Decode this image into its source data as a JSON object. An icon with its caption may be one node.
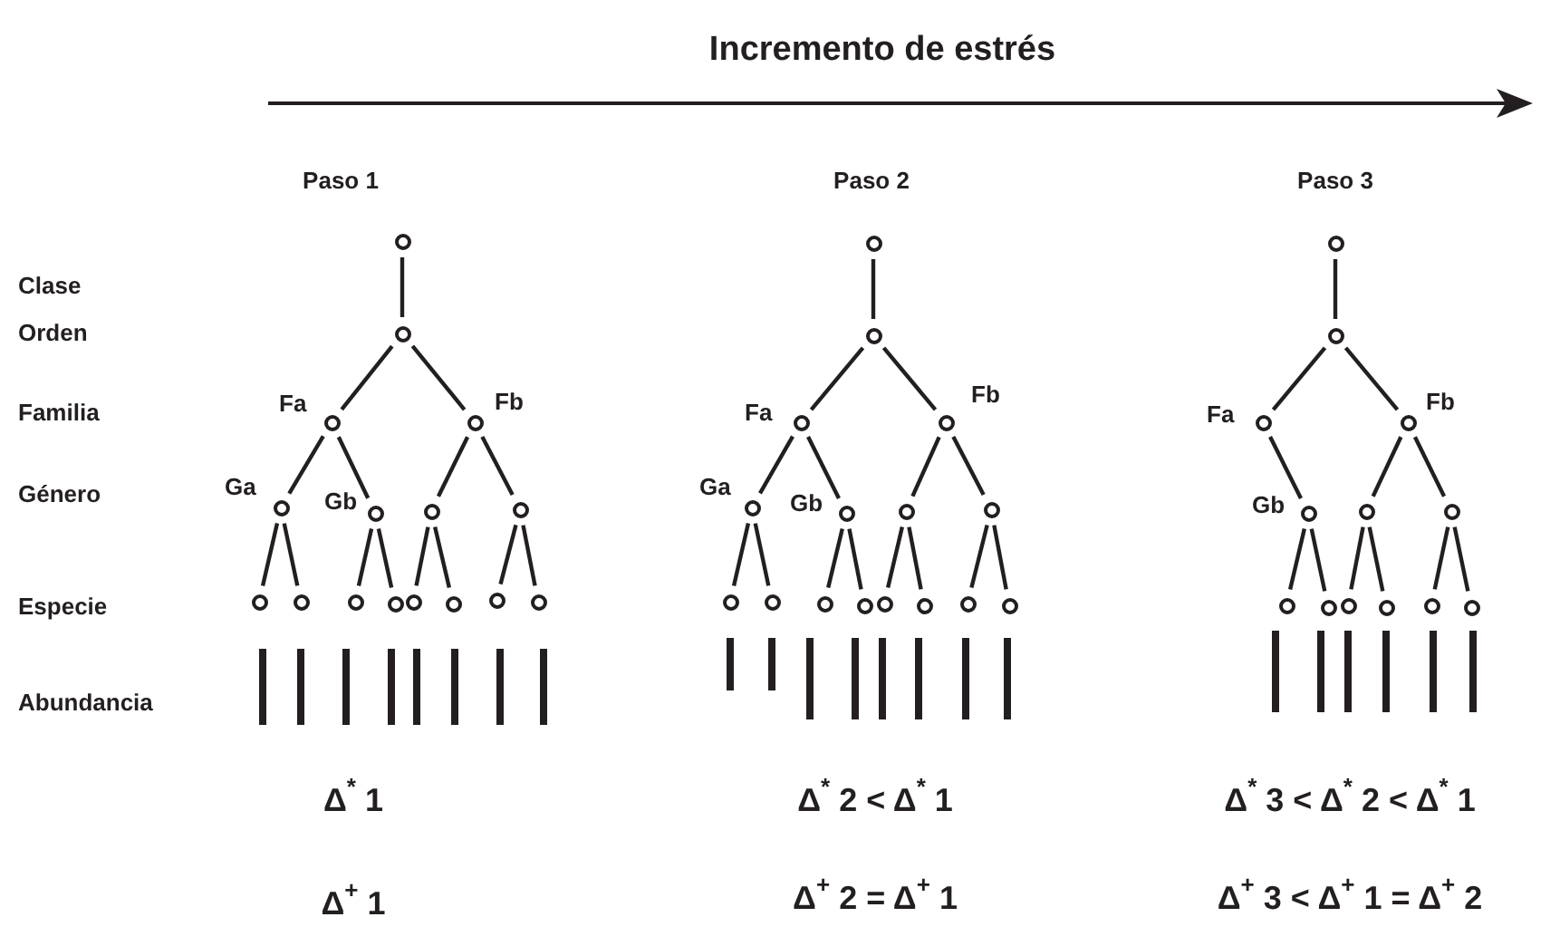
{
  "diagram": {
    "title": "Incremento de estrés",
    "nodes": [
      {
        "text": [],
        "shape": "circle"
      },
      {
        "text": [],
        "shape": "circle"
      },
      {
        "text": [],
        "shape": "circle",
        "beside": [
          "Fa"
        ]
      },
      {
        "text": [],
        "shape": "circle",
        "beside": [
          "Fb"
        ]
      },
      {
        "text": [],
        "shape": "circle",
        "beside": [
          "Ga"
        ]
      },
      {
        "text": [],
        "shape": "circle",
        "beside": [
          "Gb"
        ]
      },
      {
        "text": [],
        "shape": "circle"
      },
      {
        "text": [],
        "shape": "circle"
      },
      {
        "text": [],
        "shape": "circle"
      },
      {
        "text": [],
        "shape": "circle"
      },
      {
        "text": [],
        "shape": "circle"
      },
      {
        "text": [],
        "shape": "circle"
      },
      {
        "text": [],
        "shape": "circle"
      },
      {
        "text": [],
        "shape": "circle"
      },
      {
        "text": [],
        "shape": "circle"
      },
      {
        "text": [],
        "shape": "circle"
      },
      {
        "text": [],
        "shape": "circle"
      },
      {
        "text": [],
        "shape": "circle"
      },
      {
        "text": [],
        "shape": "circle",
        "beside": [
          "Fa"
        ]
      },
      {
        "text": [],
        "shape": "circle",
        "beside": [
          "Fb"
        ]
      },
      {
        "text": [],
        "shape": "circle",
        "beside": [
          "Ga"
        ]
      },
      {
        "text": [],
        "shape": "circle",
        "beside": [
          "Gb"
        ]
      },
      {
        "text": [],
        "shape": "circle"
      },
      {
        "text": [],
        "shape": "circle"
      },
      {
        "text": [],
        "shape": "circle"
      },
      {
        "text": [],
        "shape": "circle"
      },
      {
        "text": [],
        "shape": "circle"
      },
      {
        "text": [],
        "shape": "circle"
      },
      {
        "text": [],
        "shape": "circle"
      },
      {
        "text": [],
        "shape": "circle"
      },
      {
        "text": [],
        "shape": "circle"
      },
      {
        "text": [],
        "shape": "circle"
      },
      {
        "text": [],
        "shape": "circle"
      },
      {
        "text": [],
        "shape": "circle"
      },
      {
        "text": [],
        "shape": "circle",
        "beside": [
          "Fa"
        ]
      },
      {
        "text": [],
        "shape": "circle",
        "beside": [
          "Fb"
        ]
      },
      {
        "text": [],
        "shape": "circle",
        "beside": [
          "Gb"
        ]
      },
      {
        "text": [],
        "shape": "circle"
      },
      {
        "text": [],
        "shape": "circle"
      },
      {
        "text": [],
        "shape": "circle"
      },
      {
        "text": [],
        "shape": "circle"
      },
      {
        "text": [],
        "shape": "circle"
      },
      {
        "text": [],
        "shape": "circle"
      },
      {
        "text": [],
        "shape": "circle"
      },
      {
        "text": [],
        "shape": "circle"
      }
    ],
    "edges": [
      {
        "from": 0,
        "to": 1,
        "arrow": "none"
      },
      {
        "from": 1,
        "to": 2,
        "arrow": "none"
      },
      {
        "from": 1,
        "to": 3,
        "arrow": "none"
      },
      {
        "from": 2,
        "to": 4,
        "arrow": "none"
      },
      {
        "from": 2,
        "to": 5,
        "arrow": "none"
      },
      {
        "from": 3,
        "to": 6,
        "arrow": "none"
      },
      {
        "from": 3,
        "to": 7,
        "arrow": "none"
      },
      {
        "from": 4,
        "to": 8,
        "arrow": "none"
      },
      {
        "from": 4,
        "to": 9,
        "arrow": "none"
      },
      {
        "from": 5,
        "to": 10,
        "arrow": "none"
      },
      {
        "from": 5,
        "to": 11,
        "arrow": "none"
      },
      {
        "from": 6,
        "to": 12,
        "arrow": "none"
      },
      {
        "from": 6,
        "to": 13,
        "arrow": "none"
      },
      {
        "from": 7,
        "to": 14,
        "arrow": "none"
      },
      {
        "from": 7,
        "to": 15,
        "arrow": "none"
      },
      {
        "from": 16,
        "to": 17,
        "arrow": "none"
      },
      {
        "from": 17,
        "to": 18,
        "arrow": "none"
      },
      {
        "from": 17,
        "to": 19,
        "arrow": "none"
      },
      {
        "from": 18,
        "to": 20,
        "arrow": "none"
      },
      {
        "from": 18,
        "to": 21,
        "arrow": "none"
      },
      {
        "from": 19,
        "to": 22,
        "arrow": "none"
      },
      {
        "from": 19,
        "to": 23,
        "arrow": "none"
      },
      {
        "from": 20,
        "to": 24,
        "arrow": "none"
      },
      {
        "from": 20,
        "to": 25,
        "arrow": "none"
      },
      {
        "from": 21,
        "to": 26,
        "arrow": "none"
      },
      {
        "from": 21,
        "to": 27,
        "arrow": "none"
      },
      {
        "from": 22,
        "to": 28,
        "arrow": "none"
      },
      {
        "from": 22,
        "to": 29,
        "arrow": "none"
      },
      {
        "from": 23,
        "to": 30,
        "arrow": "none"
      },
      {
        "from": 23,
        "to": 31,
        "arrow": "none"
      },
      {
        "from": 32,
        "to": 33,
        "arrow": "none"
      },
      {
        "from": 33,
        "to": 34,
        "arrow": "none"
      },
      {
        "from": 33,
        "to": 35,
        "arrow": "none"
      },
      {
        "from": 34,
        "to": 36,
        "arrow": "none"
      },
      {
        "from": 35,
        "to": 37,
        "arrow": "none"
      },
      {
        "from": 35,
        "to": 38,
        "arrow": "none"
      },
      {
        "from": 36,
        "to": 39,
        "arrow": "none"
      },
      {
        "from": 36,
        "to": 40,
        "arrow": "none"
      },
      {
        "from": 37,
        "to": 41,
        "arrow": "none"
      },
      {
        "from": 37,
        "to": 42,
        "arrow": "none"
      },
      {
        "from": 38,
        "to": 43,
        "arrow": "none"
      },
      {
        "from": 38,
        "to": 44,
        "arrow": "none"
      }
    ],
    "labels": [
      "Paso 1",
      "Paso 2",
      "Paso 3",
      "Clase",
      "Orden",
      "Familia",
      "Género",
      "Especie",
      "Abundancia",
      "Δ$^{*}$ 1",
      "Δ$^{*}$ 2 < Δ$^{*}$ 1",
      "Δ$^{*}$ 3 < Δ$^{*}$ 2 < Δ$^{*}$ 1",
      "Δ$^{+}$ 1",
      "Δ$^{+}$ 2 = Δ$^{+}$ 1",
      "Δ$^{+}$ 3 < Δ$^{+}$ 1 = Δ$^{+}$ 2"
    ]
  }
}
